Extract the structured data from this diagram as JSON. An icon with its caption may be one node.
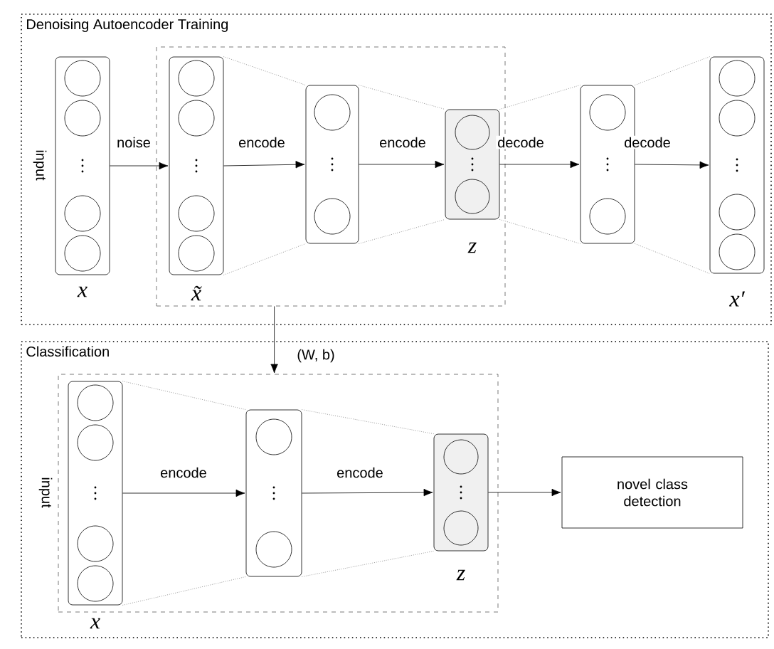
{
  "diagram": {
    "nodes": [
      {
        "text": [
          "Denoising Autoencoder Training"
        ]
      },
      {
        "text": [],
        "shape": "box",
        "in": 0
      },
      {
        "text": [],
        "shape": "box",
        "in": 0,
        "beside": [
          "input",
          "x"
        ]
      },
      {
        "text": [],
        "shape": "box",
        "in": 1,
        "beside": [
          "x̃"
        ]
      },
      {
        "text": [],
        "shape": "box",
        "in": 1
      },
      {
        "text": [],
        "shape": "box",
        "in": 1,
        "beside": [
          "z"
        ]
      },
      {
        "text": [],
        "shape": "box",
        "in": 0
      },
      {
        "text": [],
        "shape": "box",
        "in": 0,
        "beside": [
          "x′"
        ]
      },
      {
        "text": [
          "Classification"
        ]
      },
      {
        "text": [],
        "shape": "box",
        "in": 8
      },
      {
        "text": [],
        "shape": "box",
        "in": 9,
        "beside": [
          "input",
          "x"
        ]
      },
      {
        "text": [],
        "shape": "box",
        "in": 9
      },
      {
        "text": [],
        "shape": "box",
        "in": 9,
        "beside": [
          "z"
        ]
      },
      {
        "text": [
          "novel class detection"
        ],
        "in": 8
      }
    ],
    "edges": [
      {
        "from": 2,
        "to": 3,
        "arrow": "to",
        "label": "noise",
        "color": "#000000"
      },
      {
        "from": 3,
        "to": 4,
        "arrow": "to",
        "label": "encode",
        "color": "#000000"
      },
      {
        "from": 4,
        "to": 5,
        "arrow": "to",
        "label": "encode",
        "color": "#000000"
      },
      {
        "from": 5,
        "to": 6,
        "arrow": "to",
        "label": "decode",
        "color": "#000000"
      },
      {
        "from": 6,
        "to": 7,
        "arrow": "to",
        "label": "decode",
        "color": "#000000"
      },
      {
        "from": 1,
        "to": 9,
        "arrow": "to",
        "label": "(W, b)",
        "color": "#000000"
      },
      {
        "from": 10,
        "to": 11,
        "arrow": "to",
        "label": "encode",
        "color": "#000000"
      },
      {
        "from": 11,
        "to": 12,
        "arrow": "to",
        "label": "encode",
        "color": "#000000"
      },
      {
        "from": 12,
        "to": 13,
        "arrow": "to",
        "color": "#000000"
      },
      {
        "from": 3,
        "to": 4,
        "arrow": "none",
        "style": "dashed",
        "color": "#666666"
      },
      {
        "from": 3,
        "to": 4,
        "arrow": "none",
        "style": "dashed",
        "color": "#666666"
      },
      {
        "from": 4,
        "to": 5,
        "arrow": "none",
        "style": "dashed",
        "color": "#666666"
      },
      {
        "from": 4,
        "to": 5,
        "arrow": "none",
        "style": "dashed",
        "color": "#666666"
      },
      {
        "from": 5,
        "to": 6,
        "arrow": "none",
        "style": "dashed",
        "color": "#666666"
      },
      {
        "from": 5,
        "to": 6,
        "arrow": "none",
        "style": "dashed",
        "color": "#666666"
      },
      {
        "from": 6,
        "to": 7,
        "arrow": "none",
        "style": "dashed",
        "color": "#666666"
      },
      {
        "from": 6,
        "to": 7,
        "arrow": "none",
        "style": "dashed",
        "color": "#666666"
      },
      {
        "from": 10,
        "to": 11,
        "arrow": "none",
        "style": "dashed",
        "color": "#666666"
      },
      {
        "from": 10,
        "to": 11,
        "arrow": "none",
        "style": "dashed",
        "color": "#666666"
      },
      {
        "from": 11,
        "to": 12,
        "arrow": "none",
        "style": "dashed",
        "color": "#666666"
      },
      {
        "from": 11,
        "to": 12,
        "arrow": "none",
        "style": "dashed",
        "color": "#666666"
      }
    ]
  }
}
